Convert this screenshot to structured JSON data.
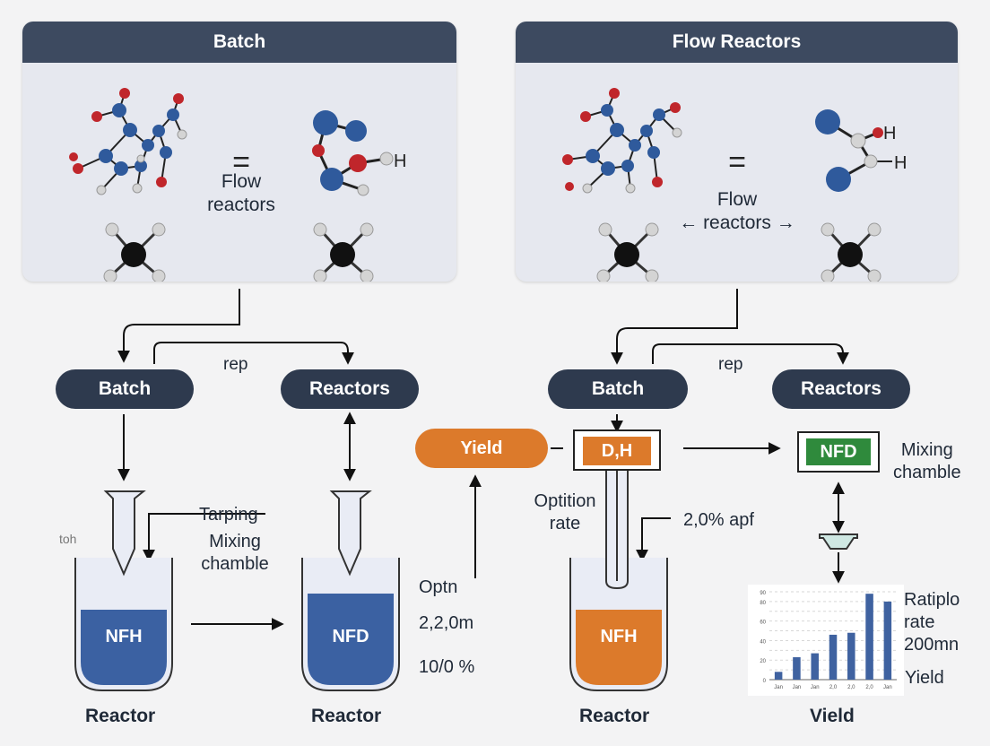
{
  "panels": {
    "left_title": "Batch",
    "right_title": "Flow Reactors",
    "left_equals": "=",
    "right_equals": "=",
    "left_center_text": "Flow\nreactors",
    "right_center_text": "Flow\n← reactors →",
    "left_h_label": "H",
    "right_h_label_1": "H",
    "right_h_label_2": "H"
  },
  "left_section": {
    "batch_pill": "Batch",
    "reactors_pill": "Reactors",
    "rep_label": "rep",
    "small_label": "toh",
    "funnel_label_1": "Tarping",
    "funnel_label_2": "Mixing\nchamble",
    "vessel1_label": "NFH",
    "vessel2_label": "NFD",
    "caption1": "Reactor",
    "caption2": "Reactor"
  },
  "middle": {
    "yield_pill": "Yield",
    "optn": "Optn",
    "value1": "2,2,0m",
    "value2": "10/0 %"
  },
  "right_section": {
    "batch_pill": "Batch",
    "reactors_pill": "Reactors",
    "rep_label": "rep",
    "dh_box": "D,H",
    "option_rate": "Optition\nrate",
    "apf_label": "2,0% apf",
    "vessel_label": "NFH",
    "caption_reactor": "Reactor",
    "nfd_box": "NFD",
    "mixing": "Mixing\nchamble",
    "ratio_label": "Ratiplo\nrate\n200mn",
    "yield_label": "Yield",
    "caption_yield": "Vield"
  },
  "chart_data": {
    "type": "bar",
    "categories": [
      "Jan",
      "Jan",
      "Jan",
      "2,0",
      "2,0",
      "2,0",
      "Jan"
    ],
    "values": [
      8,
      23,
      27,
      46,
      48,
      88,
      80
    ],
    "ylim": [
      0,
      90
    ],
    "yticks": [
      "0",
      "10",
      "20",
      "30",
      "40",
      "50",
      "60",
      "70",
      "80",
      "90"
    ],
    "color": "#3f62a0",
    "grid": true
  },
  "colors": {
    "dark_blue": "#2e3a4e",
    "orange": "#dc7a2b",
    "green": "#2f8a3c",
    "vessel_blue": "#3b61a2",
    "atom_blue": "#2f5a9c",
    "atom_red": "#c0262b"
  }
}
